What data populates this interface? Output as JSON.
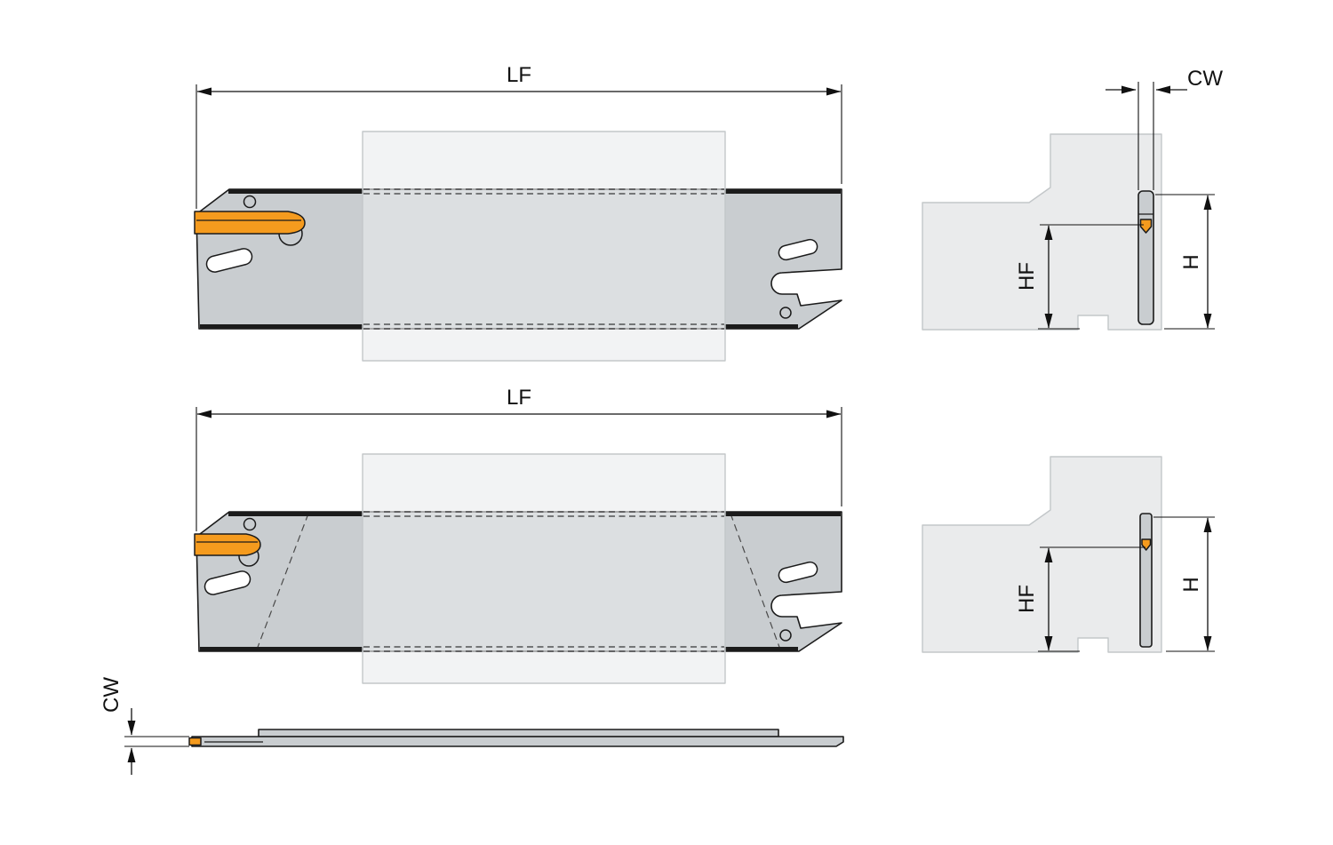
{
  "drawing": {
    "type": "tool-blade-technical-drawing",
    "dim_labels": {
      "fig1": {
        "lf": "LF",
        "cw": "CW",
        "hf": "HF",
        "h": "H"
      },
      "fig2": {
        "lf": "LF",
        "hf": "HF",
        "h": "H"
      },
      "fig3": {
        "cw": "CW"
      }
    }
  },
  "colors": {
    "background": "#ffffff",
    "blade_fill": "#c9cdd0",
    "block_fill": "#eaebec",
    "block_stroke": "#c3c7c9",
    "insert_orange": "#f59b1e",
    "outline": "#1b1b1b",
    "hole_fill": "#ffffff",
    "dim_color": "#111111"
  }
}
